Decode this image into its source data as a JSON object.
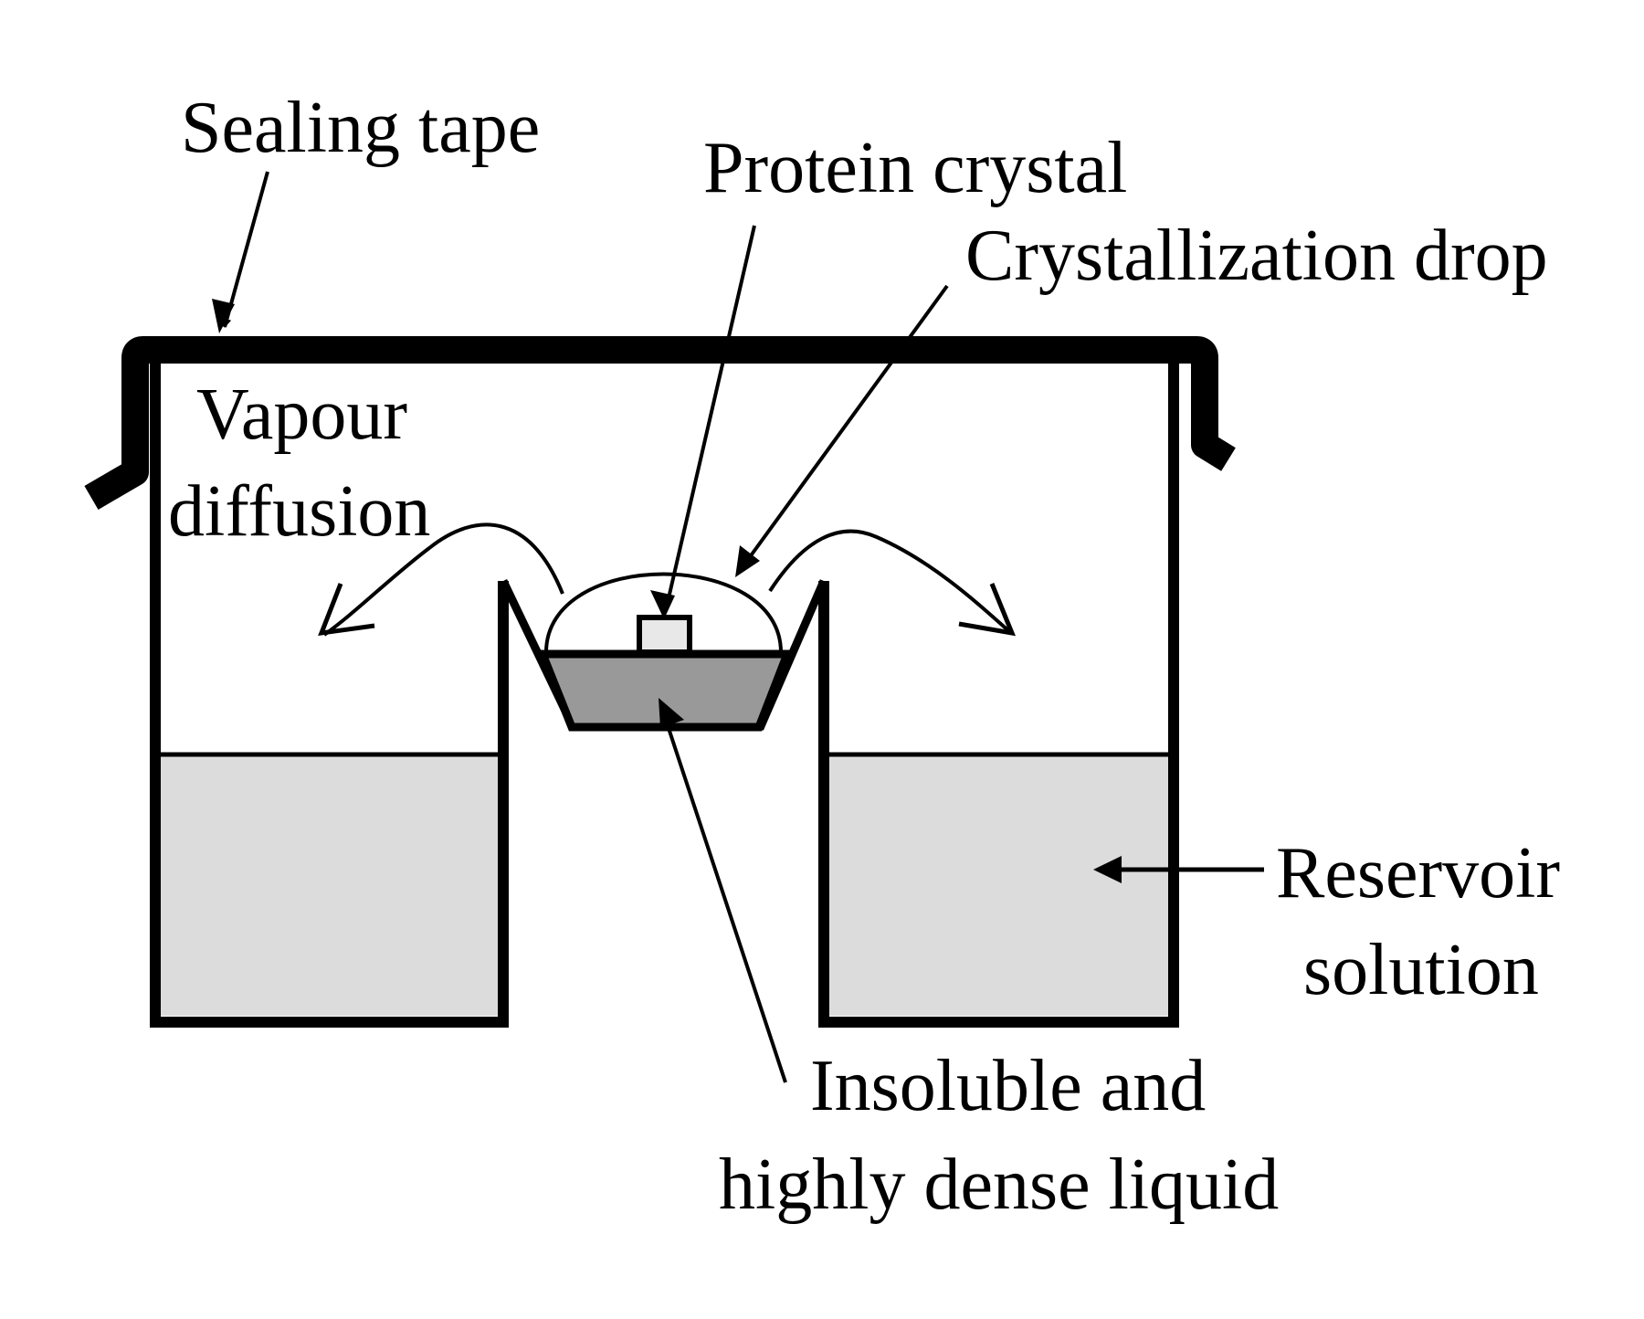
{
  "diagram": {
    "title": "Vapour diffusion crystallization setup",
    "colors": {
      "stroke": "#000000",
      "background": "#ffffff",
      "reservoir_fill": "#dcdcdc",
      "dense_liquid_fill": "#999999",
      "crystal_fill": "#e8e8e8"
    },
    "labels": {
      "sealing_tape": "Sealing tape",
      "protein_crystal": "Protein crystal",
      "crystallization_drop": "Crystallization drop",
      "vapour_line1": "Vapour",
      "vapour_line2": "diffusion",
      "reservoir_line1": "Reservoir",
      "reservoir_line2": "solution",
      "insoluble_line1": "Insoluble and",
      "insoluble_line2": "highly dense liquid"
    }
  }
}
